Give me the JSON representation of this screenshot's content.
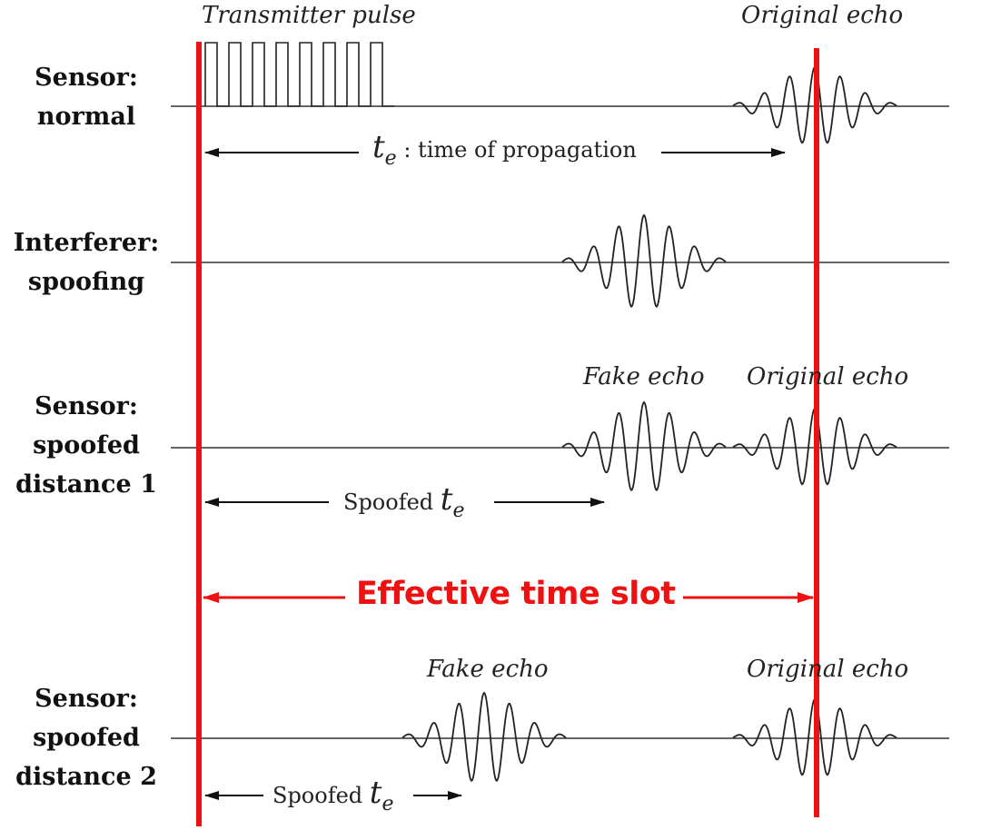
{
  "rows": [
    {
      "label_lines": [
        "Sensor:",
        "normal"
      ]
    },
    {
      "label_lines": [
        "Interferer:",
        "spoofing"
      ]
    },
    {
      "label_lines": [
        "Sensor:",
        "spoofed",
        "distance 1"
      ]
    },
    {
      "label_lines": [
        "Sensor:",
        "spoofed",
        "distance 2"
      ]
    }
  ],
  "captions": {
    "transmitter_pulse": "Transmitter pulse",
    "original_echo_1": "Original echo",
    "fake_echo_1": "Fake echo",
    "original_echo_2": "Original echo",
    "fake_echo_2": "Fake echo",
    "original_echo_3": "Original echo"
  },
  "propagation": {
    "symbol": "t",
    "subscript": "e",
    "text": ": time of propagation"
  },
  "spoofed_1": {
    "text": "Spoofed",
    "symbol": "t",
    "subscript": "e"
  },
  "spoofed_2": {
    "text": "Spoofed",
    "symbol": "t",
    "subscript": "e"
  },
  "effective_slot": "Effective time slot",
  "colors": {
    "marker": "#ee1111",
    "signal": "#222222",
    "arrow": "#111111"
  }
}
